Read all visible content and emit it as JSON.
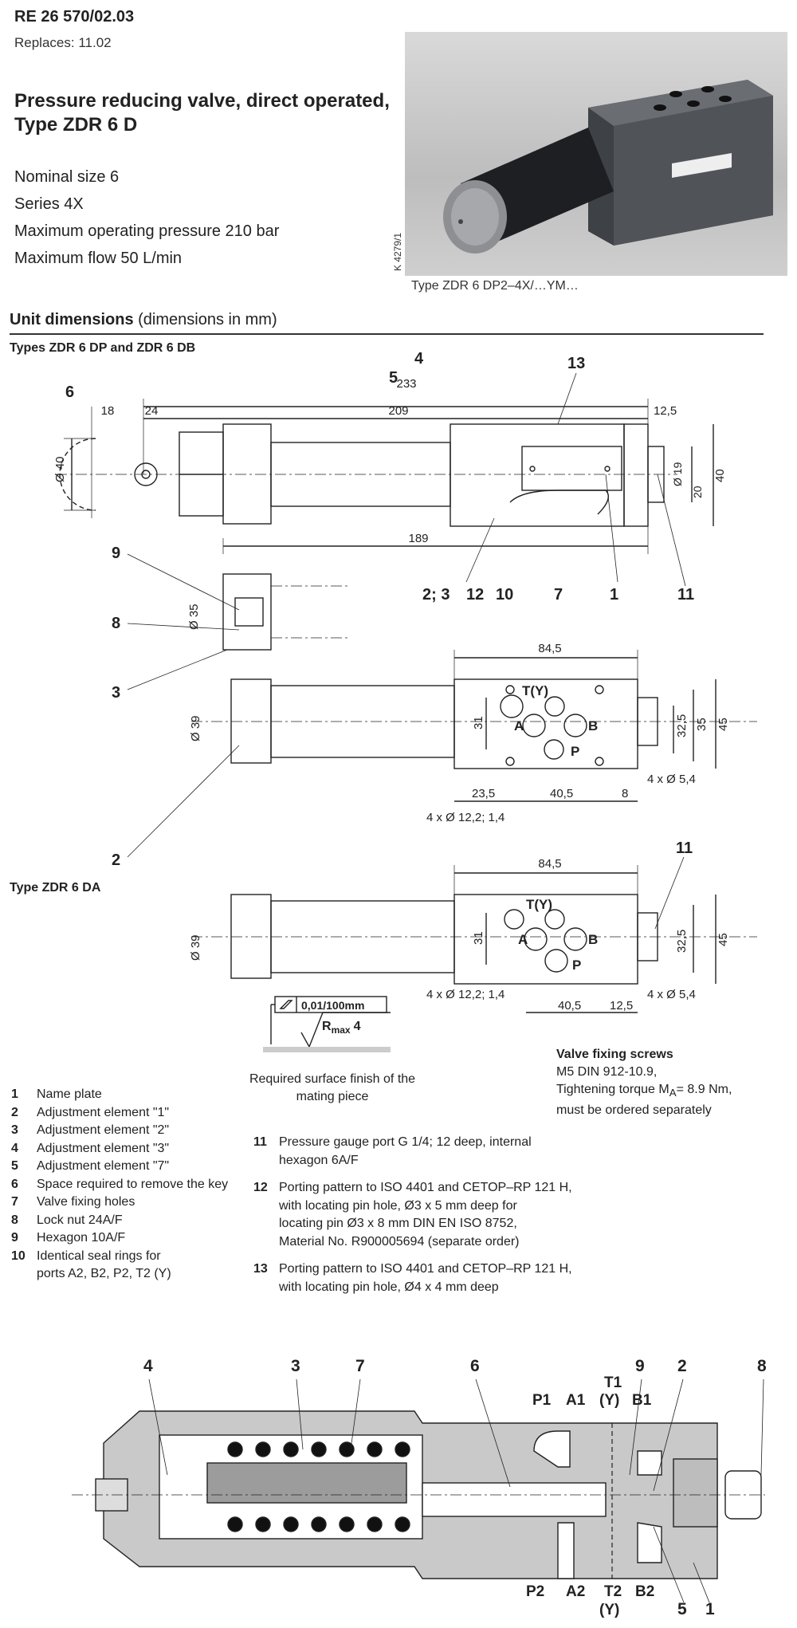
{
  "header": {
    "doc_number": "RE 26 570/02.03",
    "replaces": "Replaces: 11.02",
    "title_line1": "Pressure reducing valve, direct operated,",
    "title_line2": "Type ZDR 6 D",
    "specs": [
      "Nominal size 6",
      "Series 4X",
      "Maximum operating pressure 210 bar",
      "Maximum flow 50 L/min"
    ],
    "photo_code": "K 4279/1",
    "photo_caption": "Type ZDR 6 DP2–4X/…YM…"
  },
  "unit_dimensions": {
    "heading_bold": "Unit dimensions",
    "heading_note": " (dimensions in mm)",
    "types_dp_db": "Types ZDR 6 DP and ZDR 6 DB",
    "type_da": "Type ZDR 6 DA"
  },
  "drawing_labels": {
    "d233": "233",
    "d209": "209",
    "d18": "18",
    "d24": "24",
    "d12_5": "12,5",
    "d40": "Ø 40",
    "d19": "Ø 19",
    "d20": "20",
    "d40r": "40",
    "d189": "189",
    "d35": "Ø 35",
    "d39": "Ø 39",
    "d84_5": "84,5",
    "d31": "31",
    "d32_5": "32,5",
    "d35r": "35",
    "d45": "45",
    "d23_5": "23,5",
    "d40_5": "40,5",
    "d8": "8",
    "holes": "4 x Ø 5,4",
    "seals": "4 x Ø 12,2; 1,4",
    "T": "T(Y)",
    "A": "A",
    "B": "B",
    "P": "P",
    "n1": "1",
    "n2": "2",
    "n3": "3",
    "n4": "4",
    "n5": "5",
    "n6": "6",
    "n7": "7",
    "n8": "8",
    "n9": "9",
    "n10": "10",
    "n11": "11",
    "n12": "12",
    "n13": "13",
    "n23": "2; 3",
    "flatness": "0,01/100mm",
    "rmax": "R",
    "rmax_sub": "max",
    "rmax_val": "4"
  },
  "surface_note": "Required surface finish of the mating piece",
  "valve_fixing": {
    "heading": "Valve fixing screws",
    "line1": "M5  DIN 912-10.9,",
    "line2": "Tightening torque M",
    "line2_sub": "A",
    "line2_end": "= 8.9 Nm,",
    "line3": "must be ordered separately"
  },
  "legend_left": [
    {
      "n": "1",
      "t": "Name plate"
    },
    {
      "n": "2",
      "t": "Adjustment element \"1\""
    },
    {
      "n": "3",
      "t": "Adjustment element \"2\""
    },
    {
      "n": "4",
      "t": "Adjustment element \"3\""
    },
    {
      "n": "5",
      "t": "Adjustment element \"7\""
    },
    {
      "n": "6",
      "t": "Space required to remove the key"
    },
    {
      "n": "7",
      "t": "Valve fixing holes"
    },
    {
      "n": "8",
      "t": "Lock nut 24A/F"
    },
    {
      "n": "9",
      "t": "Hexagon 10A/F"
    },
    {
      "n": "10",
      "t": "Identical seal rings for"
    },
    {
      "n": "",
      "t": "ports A2, B2, P2, T2 (Y)"
    }
  ],
  "legend_right": [
    {
      "n": "11",
      "t1": "Pressure gauge port G 1/4; 12 deep, internal",
      "t2": "hexagon 6A/F",
      "t3": "",
      "t4": "",
      "t5": ""
    },
    {
      "n": "12",
      "t1": "Porting pattern to ISO 4401 and CETOP–RP 121 H,",
      "t2": "with locating pin hole, Ø3 x 5 mm deep for",
      "t3": "locating pin Ø3 x 8 mm DIN EN ISO 8752,",
      "t4": "Material No. R900005694 (separate order)",
      "t5": ""
    },
    {
      "n": "13",
      "t1": "Porting pattern to ISO 4401 and CETOP–RP 121 H,",
      "t2": "with locating pin hole, Ø4 x 4 mm deep",
      "t3": "",
      "t4": "",
      "t5": ""
    }
  ],
  "section_labels": {
    "s4": "4",
    "s3": "3",
    "s7": "7",
    "s6": "6",
    "s9": "9",
    "s2": "2",
    "s8": "8",
    "T1": "T1",
    "Y": "(Y)",
    "P1": "P1",
    "A1": "A1",
    "B1": "B1",
    "P2": "P2",
    "A2": "A2",
    "T2": "T2",
    "Y2": "(Y)",
    "B2": "B2",
    "s5": "5",
    "s1": "1"
  }
}
